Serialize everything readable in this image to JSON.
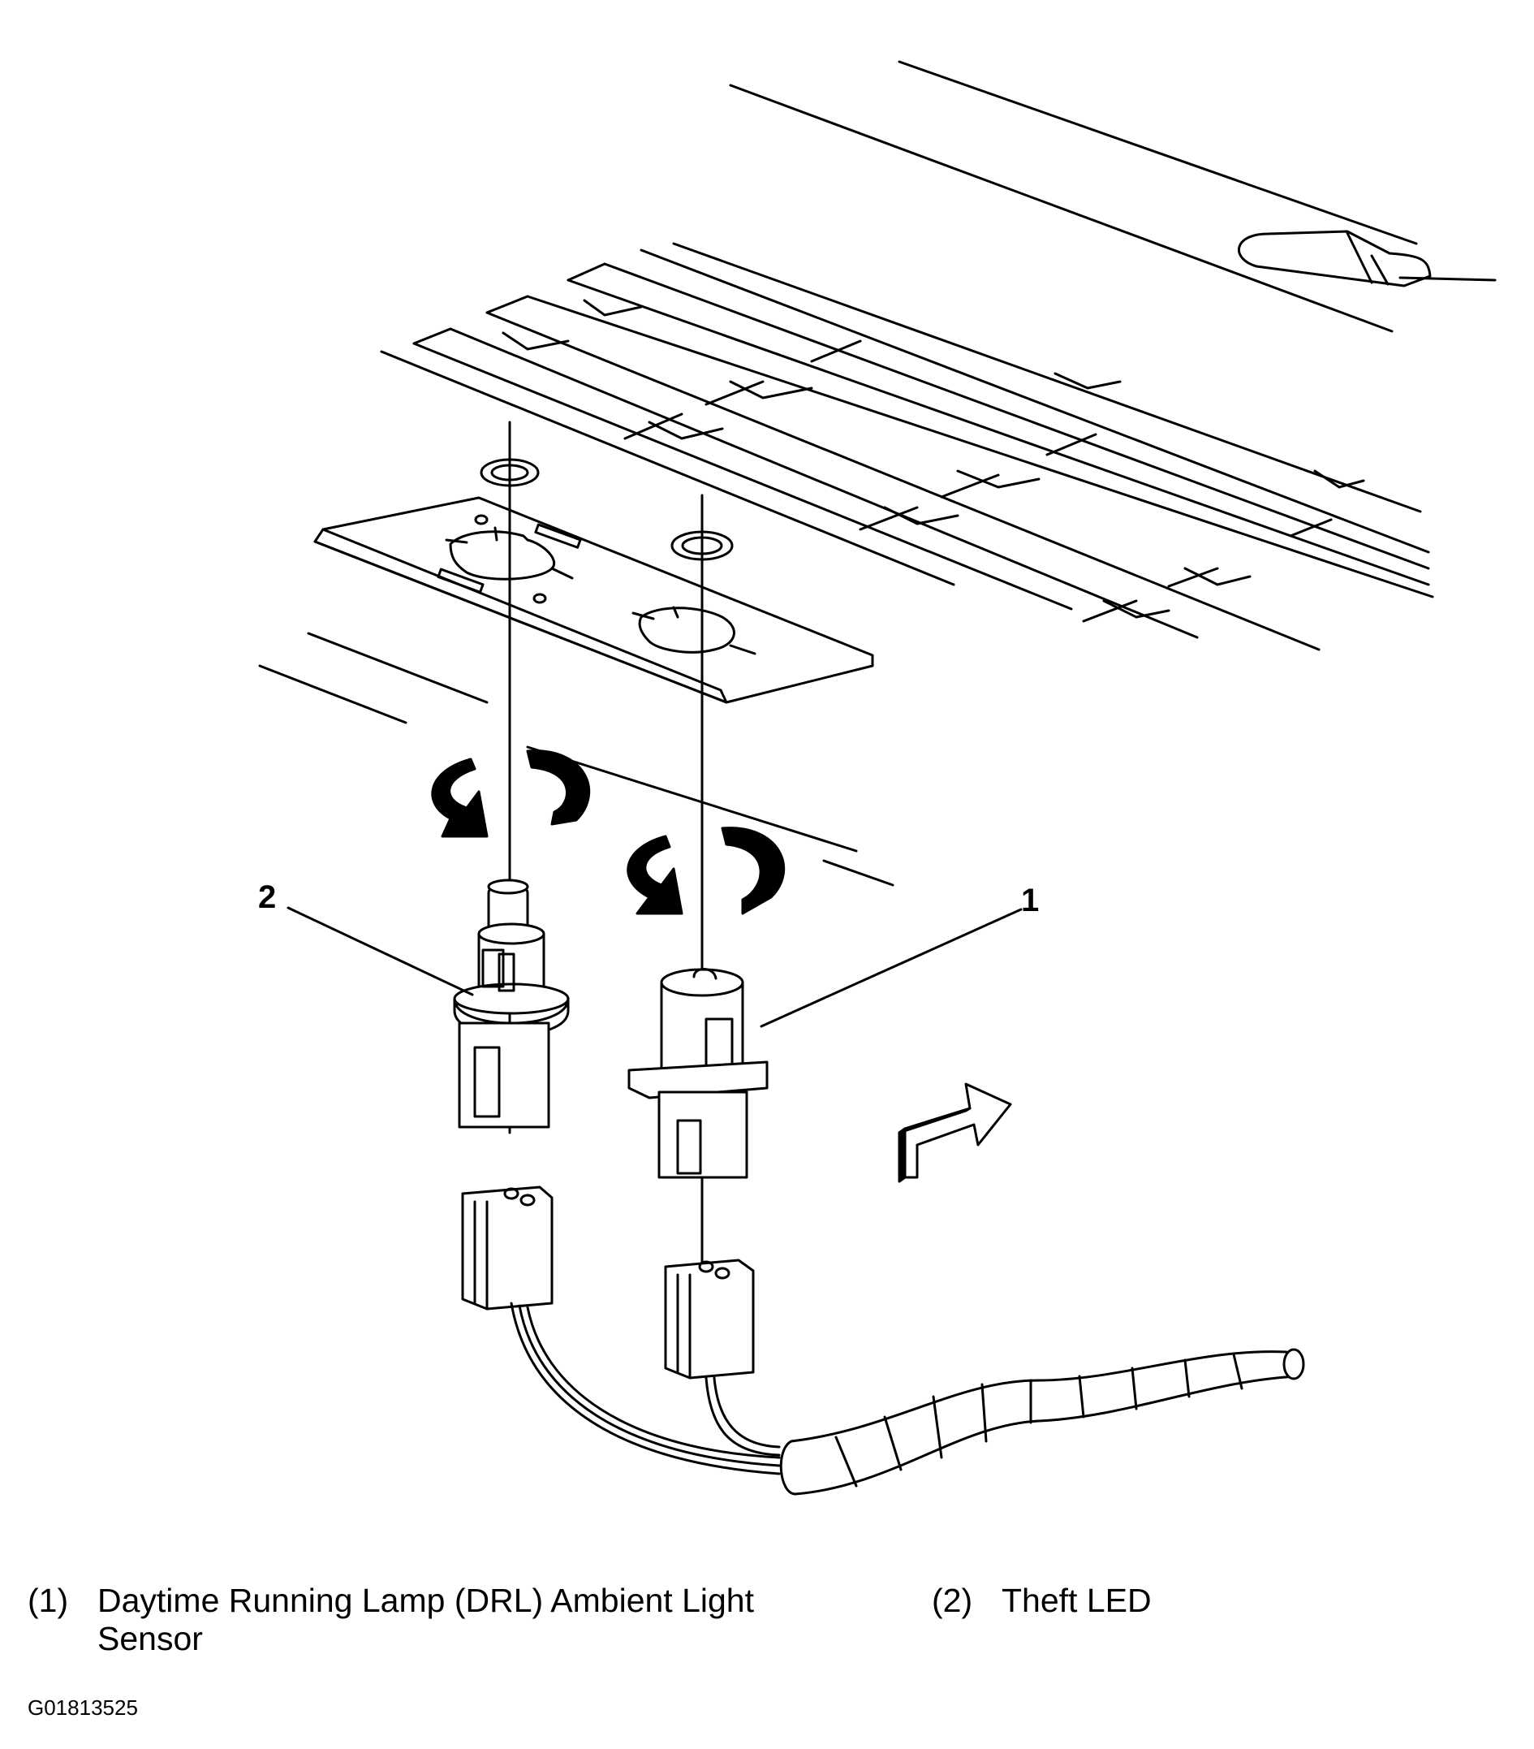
{
  "callouts": [
    {
      "id": "1",
      "text": "1"
    },
    {
      "id": "2",
      "text": "2"
    }
  ],
  "legend": [
    {
      "num": "(1)",
      "text": "Daytime Running Lamp (DRL) Ambient Light Sensor"
    },
    {
      "num": "(2)",
      "text": "Theft LED"
    }
  ],
  "figure_id": "G01813525"
}
